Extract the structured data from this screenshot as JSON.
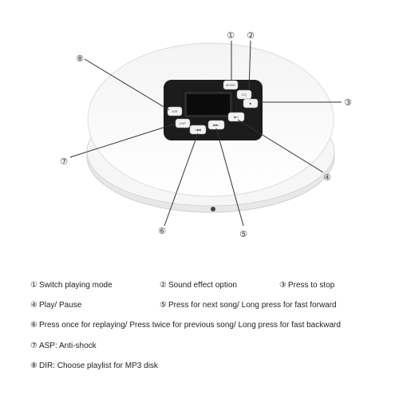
{
  "callouts": {
    "c1": "①",
    "c2": "②",
    "c3": "③",
    "c4": "④",
    "c5": "⑤",
    "c6": "⑥",
    "c7": "⑦",
    "c8": "⑧"
  },
  "buttons": {
    "mode": "MODE",
    "eq": "EQ",
    "stop": "■",
    "play": "▶II",
    "next": "▶▶I",
    "prev": "I◀◀",
    "asp": "ASP",
    "dir": "DIR"
  },
  "legend": {
    "l1": {
      "num": "①",
      "text": "Switch playing mode"
    },
    "l2": {
      "num": "②",
      "text": "Sound effect option"
    },
    "l3": {
      "num": "③",
      "text": "Press to stop"
    },
    "l4": {
      "num": "④",
      "text": "Play/ Pause"
    },
    "l5": {
      "num": "⑤",
      "text": "Press for next song/ Long press for fast forward"
    },
    "l6": {
      "num": "⑥",
      "text": "Press once for replaying/ Press twice for previous song/ Long press for fast backward"
    },
    "l7": {
      "num": "⑦",
      "text": "ASP: Anti-shock"
    },
    "l8": {
      "num": "⑧",
      "text": "DIR: Choose playlist for MP3 disk"
    }
  }
}
